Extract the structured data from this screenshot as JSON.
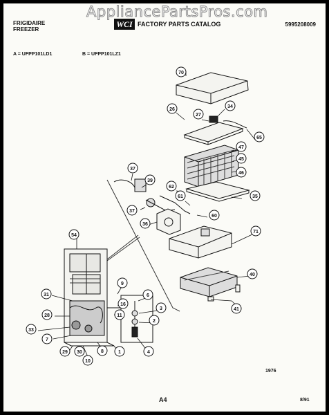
{
  "header": {
    "brand_line1": "FRIGIDAIRE",
    "brand_line2": "FREEZER",
    "logo_text": "WCI",
    "title": "FACTORY PARTS CATALOG",
    "catalog_number": "5995208009",
    "watermark": "AppliancePartsPros.com"
  },
  "models": {
    "a": "A = UFPP101LD1",
    "b": "B = UFPP101LZ1"
  },
  "callouts": {
    "c70": "70",
    "c26": "26",
    "c27": "27",
    "c34": "34",
    "c65": "65",
    "c47": "47",
    "c45": "45",
    "c46": "46",
    "c37a": "37",
    "c39": "39",
    "c62": "62",
    "c35": "35",
    "c61": "61",
    "c37b": "37",
    "c60": "60",
    "c36": "36",
    "c71": "71",
    "c54": "54",
    "c40": "40",
    "c9": "9",
    "c31": "31",
    "c16": "16",
    "c6": "6",
    "c3": "3",
    "c11": "11",
    "c2": "2",
    "c28": "28",
    "c33": "33",
    "c7": "7",
    "c8": "8",
    "c1": "1",
    "c29": "29",
    "c30": "30",
    "c10": "10",
    "c4": "4",
    "c41": "41"
  },
  "footer": {
    "year": "1976",
    "page": "A4",
    "date": "8/91"
  }
}
